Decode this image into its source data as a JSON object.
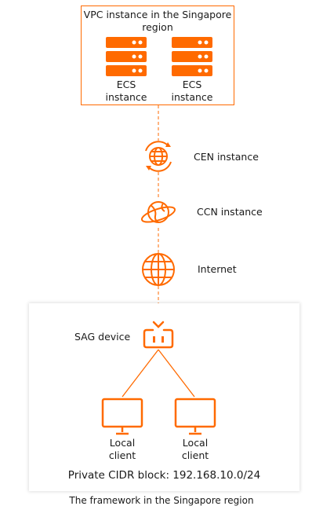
{
  "colors": {
    "accent": "#ff6a00",
    "panel_shadow": "#dddddd",
    "text": "#1a1a1a"
  },
  "vpc": {
    "title": "VPC instance in the Singapore region",
    "servers": [
      {
        "icon": "server-stack-icon",
        "label_line1": "ECS",
        "label_line2": "instance"
      },
      {
        "icon": "server-stack-icon",
        "label_line1": "ECS",
        "label_line2": "instance"
      }
    ]
  },
  "nodes": {
    "cen": {
      "icon": "cen-globe-icon",
      "label": "CEN instance"
    },
    "ccn": {
      "icon": "ccn-orbit-icon",
      "label": "CCN instance"
    },
    "internet": {
      "icon": "internet-globe-icon",
      "label": "Internet"
    },
    "sag": {
      "icon": "sag-device-icon",
      "label": "SAG device"
    }
  },
  "clients": [
    {
      "icon": "monitor-icon",
      "label_line1": "Local",
      "label_line2": "client"
    },
    {
      "icon": "monitor-icon",
      "label_line1": "Local",
      "label_line2": "client"
    }
  ],
  "cidr_label": "Private CIDR block: 192.168.10.0/24",
  "caption": "The framework in the Singapore region"
}
